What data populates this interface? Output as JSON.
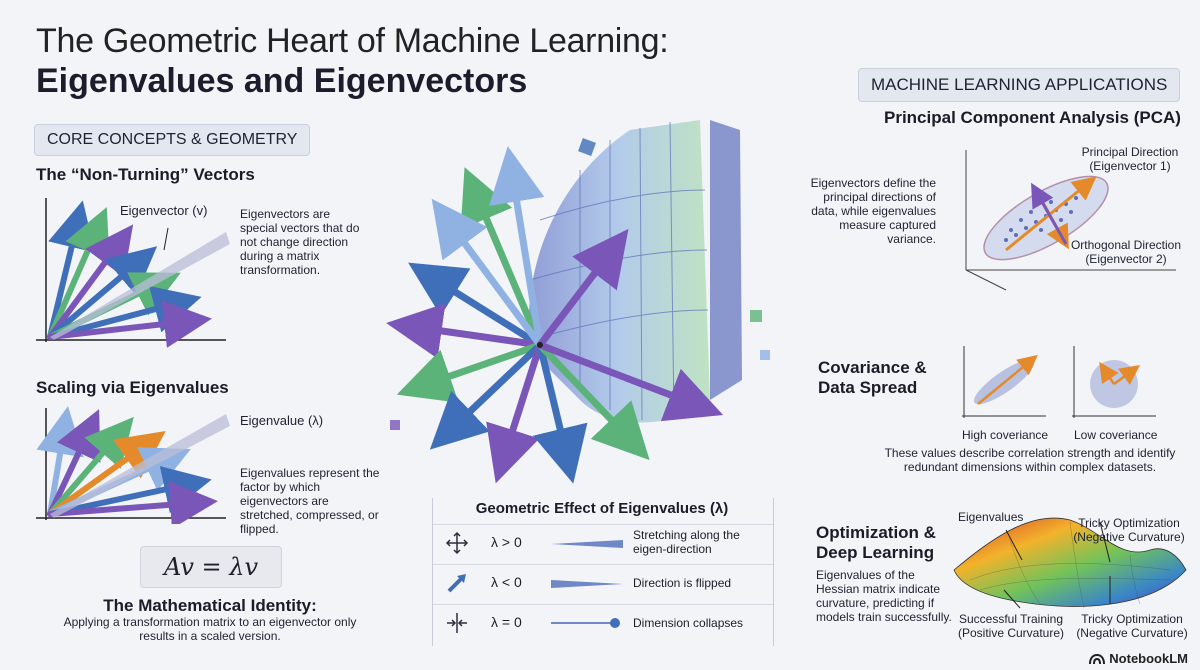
{
  "title": {
    "line1": "The Geometric Heart of Machine Learning:",
    "line2": "Eigenvalues and Eigenvectors"
  },
  "left": {
    "section_label": "CORE CONCEPTS & GEOMETRY",
    "non_turning": {
      "heading": "The “Non-Turning” Vectors",
      "callout": "Eigenvector (v)",
      "text": "Eigenvectors are special vectors that do not change direction during a matrix transformation."
    },
    "scaling": {
      "heading": "Scaling via Eigenvalues",
      "callout": "Eigenvalue (λ)",
      "text": "Eigenvalues represent the factor by which eigenvectors are stretched, compressed, or flipped."
    },
    "identity": {
      "formula": "Av = λv",
      "heading": "The Mathematical Identity:",
      "text": "Applying a transformation matrix to an eigenvector only results in a scaled version."
    }
  },
  "center": {
    "table_title": "Geometric Effect of Eigenvalues (λ)",
    "rows": [
      {
        "condition": "λ > 0",
        "description": "Stretching along the eigen-direction",
        "icon": "expand-arrows-icon"
      },
      {
        "condition": "λ < 0",
        "description": "Direction is flipped",
        "icon": "flip-arrow-icon"
      },
      {
        "condition": "λ = 0",
        "description": "Dimension collapses",
        "icon": "collapse-arrows-icon"
      }
    ]
  },
  "right": {
    "section_label": "MACHINE LEARNING APPLICATIONS",
    "pca": {
      "heading": "Principal Component Analysis (PCA)",
      "text": "Eigenvectors define the principal directions of data, while eigenvalues measure captured variance.",
      "label_principal": "Principal Direction (Eigenvector 1)",
      "label_orthogonal": "Orthogonal Direction (Eigenvector 2)"
    },
    "covariance": {
      "heading_line1": "Covariance &",
      "heading_line2": "Data Spread",
      "high_label": "High coveriance",
      "low_label": "Low coveriance",
      "text": "These values describe correlation strength and identify redundant dimensions within complex datasets."
    },
    "optimization": {
      "heading_line1": "Optimization &",
      "heading_line2": "Deep Learning",
      "text": "Eigenvalues of the Hessian matrix indicate curvature, predicting if models train successfully.",
      "label_eigenvalues": "Eigenvalues",
      "label_tricky_top": "Tricky Optimization (Negative Curvature)",
      "label_success": "Successful Training (Positive Curvature)",
      "label_tricky_bottom": "Tricky Optimization (Negative Curvature)"
    }
  },
  "brand": {
    "name": "NotebookLM"
  },
  "colors": {
    "blue": "#3f6fb8",
    "light_blue": "#8fb2e3",
    "green": "#5cb37a",
    "purple": "#7a56b8",
    "orange": "#e58a2b",
    "navy": "#2e3f8f"
  }
}
